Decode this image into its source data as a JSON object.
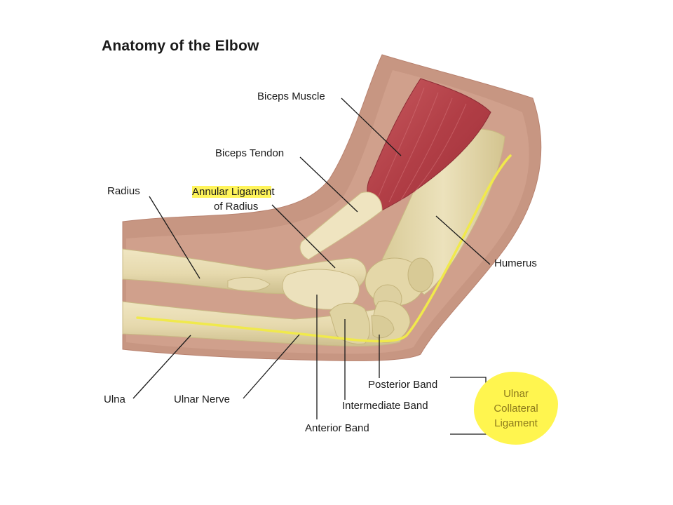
{
  "title": "Anatomy of the Elbow",
  "labels": {
    "biceps_muscle": "Biceps Muscle",
    "biceps_tendon": "Biceps Tendon",
    "radius": "Radius",
    "annular_line1_highlight": "Annular Ligamen",
    "annular_line1_rest": "t",
    "annular_line2": "of Radius",
    "humerus": "Humerus",
    "ulna": "Ulna",
    "ulnar_nerve": "Ulnar Nerve",
    "posterior_band": "Posterior Band",
    "intermediate_band": "Intermediate Band",
    "anterior_band": "Anterior Band",
    "ucl_line1": "Ulnar",
    "ucl_line2": "Collateral",
    "ucl_line3": "Ligament"
  },
  "colors": {
    "skin": "#cc9a86",
    "bone": "#e8ddb4",
    "bone_shadow": "#cbbd8c",
    "muscle": "#b8434a",
    "nerve": "#f0e94c",
    "highlight": "#fff45a",
    "leader": "#1a1a1a"
  }
}
